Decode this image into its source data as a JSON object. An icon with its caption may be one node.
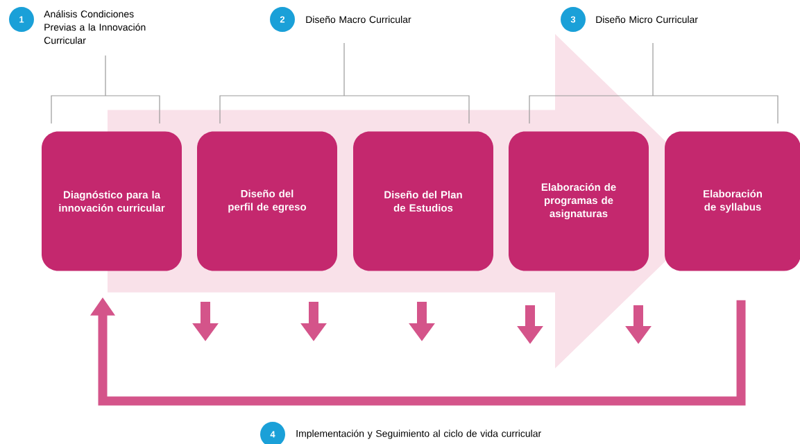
{
  "diagram": {
    "nodes": [
      {
        "text": [
          "Diagnóstico para la innovación curricular"
        ]
      },
      {
        "text": [
          "Diseño del perfil de egreso"
        ]
      },
      {
        "text": [
          "Diseño del Plan de Estudios"
        ]
      },
      {
        "text": [
          "Elaboración de programas de asignaturas"
        ]
      },
      {
        "text": [
          "Elaboración de syllabus"
        ]
      },
      {
        "text": [
          "1"
        ],
        "beside": [
          "Análisis Condiciones Previas a la Innovación Curricular"
        ]
      },
      {
        "text": [
          "2"
        ],
        "beside": [
          "Diseño Macro Curricular"
        ]
      },
      {
        "text": [
          "3"
        ],
        "beside": [
          "Diseño Micro Curricular"
        ]
      },
      {
        "text": [
          "4"
        ],
        "beside": [
          "Implementación y Seguimiento al ciclo de vida curricular"
        ]
      }
    ],
    "edges": [
      {
        "from": 4,
        "to": 0,
        "arrow": "to"
      },
      {
        "from": 0,
        "to": 4,
        "arrow": "to",
        "style": "thick",
        "color": "#f9e1e9"
      }
    ]
  }
}
